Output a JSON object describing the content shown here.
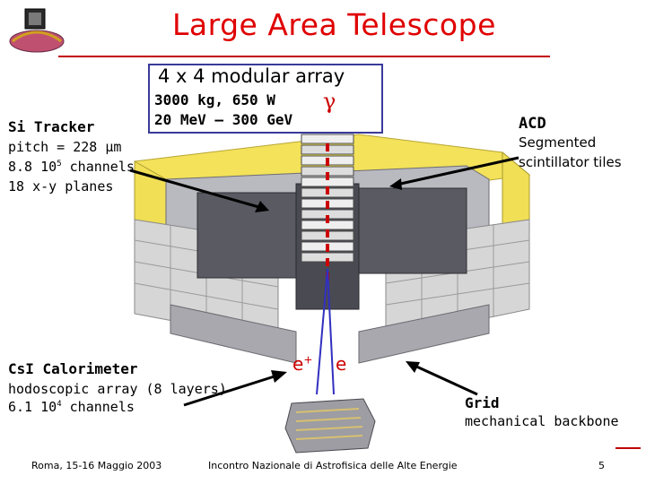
{
  "title": "Large Area Telescope",
  "box": {
    "heading": "4 x 4 modular array",
    "line1": "3000 kg, 650 W",
    "line2": "20 MeV – 300 GeV"
  },
  "gamma": "γ",
  "si_tracker": {
    "title": "Si Tracker",
    "pitch_prefix": "pitch = 228 ",
    "pitch_unit": "μm",
    "channels_base": "8.8 10",
    "channels_exp": "5",
    "channels_suffix": " channels",
    "planes": "18 x-y planes"
  },
  "acd": {
    "title": "ACD",
    "line1": "Segmented",
    "line2": "scintillator tiles"
  },
  "csi": {
    "title": "CsI Calorimeter",
    "line1": "hodoscopic array (8 layers)",
    "channels_base": "6.1 10",
    "channels_exp": "4",
    "channels_suffix": " channels"
  },
  "particles": {
    "e_plus_base": "e",
    "e_plus_sup": "+",
    "e_minus": "e"
  },
  "grid": {
    "title": "Grid",
    "line1": "mechanical backbone"
  },
  "footer": {
    "left": "Roma, 15-16 Maggio 2003",
    "middle": "Incontro Nazionale di Astrofisica delle Alte Energie",
    "page": "5"
  },
  "colors": {
    "title": "#e00000",
    "accent_red": "#cc0000",
    "box_border": "#3a3a9a",
    "acd_yellow": "#f3e25a",
    "tile_grey": "#cfcfcf"
  }
}
